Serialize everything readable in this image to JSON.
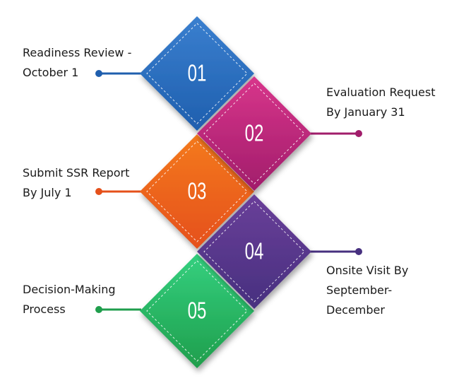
{
  "steps": [
    {
      "number": "01",
      "label": "Readiness Review -\nOctober 1",
      "side": "left",
      "colors": [
        "#3a7fcf",
        "#1f5fae"
      ]
    },
    {
      "number": "02",
      "label": "Evaluation Request\nBy January 31",
      "side": "right",
      "colors": [
        "#d8358b",
        "#a11d6b"
      ]
    },
    {
      "number": "03",
      "label": "Submit SSR Report\nBy July 1",
      "side": "left",
      "colors": [
        "#f47a1c",
        "#e5501a"
      ]
    },
    {
      "number": "04",
      "label": "Onsite Visit By\nSeptember-\nDecember",
      "side": "right",
      "colors": [
        "#6a3f99",
        "#47307f"
      ]
    },
    {
      "number": "05",
      "label": "Decision-Making\nProcess",
      "side": "left",
      "colors": [
        "#34d07f",
        "#1f9e4c"
      ]
    }
  ]
}
